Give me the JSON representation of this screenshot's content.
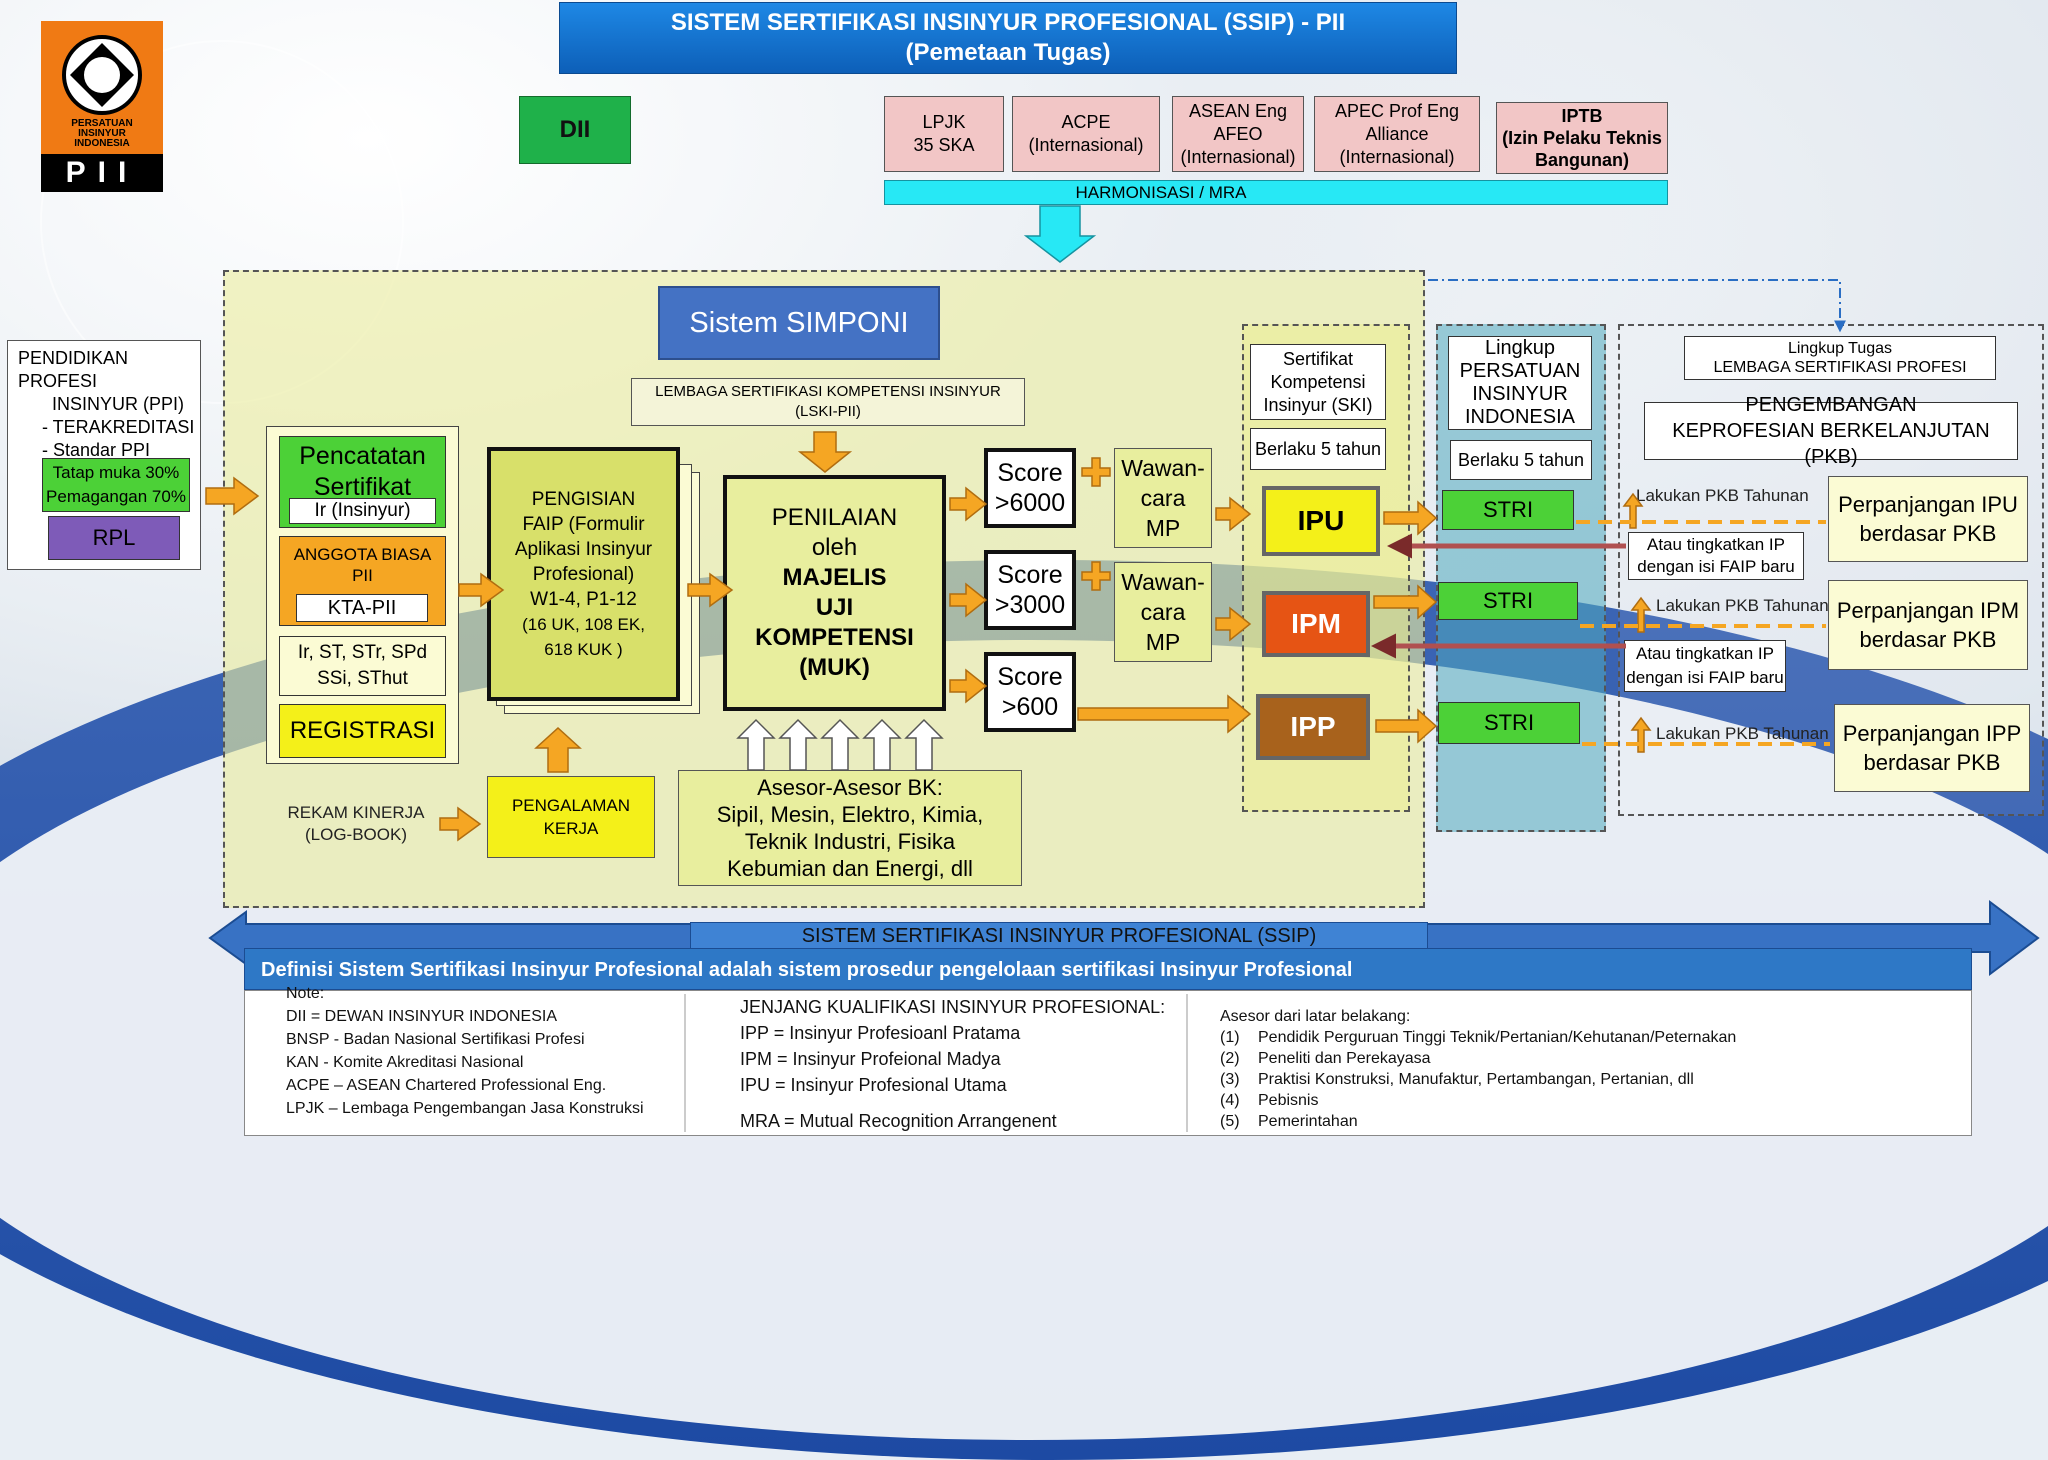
{
  "header": {
    "line1": "SISTEM SERTIFIKASI INSINYUR PROFESIONAL (SSIP) - PII",
    "line2": "(Pemetaan Tugas)"
  },
  "logo": {
    "line1": "PERSATUAN",
    "line2": "INSINYUR",
    "line3": "INDONESIA",
    "mark": "PII"
  },
  "top": {
    "dii": "DII",
    "lpjk": [
      "LPJK",
      "35 SKA"
    ],
    "acpe": [
      "ACPE",
      "(Internasional)"
    ],
    "asean": [
      "ASEAN Eng",
      "AFEO",
      "(Internasional)"
    ],
    "apec": [
      "APEC Prof Eng",
      "Alliance",
      "(Internasional)"
    ],
    "iptb": [
      "IPTB",
      "(Izin Pelaku Teknis",
      "Bangunan)"
    ],
    "harmonisasi": "HARMONISASI / MRA"
  },
  "left_panel": {
    "l1": "PENDIDIKAN PROFESI",
    "l2": "INSINYUR (PPI)",
    "l3": "- TERAKREDITASI",
    "l4": "- Standar PPI",
    "tatap": [
      "Tatap muka 30%",
      "Pemagangan 70%"
    ],
    "rpl": "RPL"
  },
  "simponi": "Sistem SIMPONI",
  "lski": [
    "LEMBAGA SERTIFIKASI KOMPETENSI INSINYUR",
    "(LSKI-PII)"
  ],
  "reg_column": {
    "pencatatan": [
      "Pencatatan",
      "Sertifikat"
    ],
    "ir": "Ir (Insinyur)",
    "anggota": [
      "ANGGOTA BIASA",
      "PII"
    ],
    "kta": "KTA-PII",
    "gelar": [
      "Ir, ST, STr, SPd",
      "SSi, SThut"
    ],
    "registrasi": "REGISTRASI"
  },
  "faip": [
    "PENGISIAN",
    "FAIP (Formulir",
    "Aplikasi Insinyur",
    "Profesional)",
    "W1-4, P1-12",
    "(16 UK, 108 EK,",
    "618 KUK )"
  ],
  "muk": [
    "PENILAIAN",
    "oleh",
    "MAJELIS",
    "UJI",
    "KOMPETENSI",
    "(MUK)"
  ],
  "rekam": [
    "REKAM KINERJA",
    "(LOG-BOOK)"
  ],
  "pengalaman": [
    "PENGALAMAN",
    "KERJA"
  ],
  "asesor_bk": [
    "Asesor-Asesor BK:",
    "Sipil, Mesin, Elektro, Kimia,",
    "Teknik Industri, Fisika",
    "Kebumian dan Energi, dll"
  ],
  "scores": [
    [
      "Score",
      ">6000"
    ],
    [
      "Score",
      ">3000"
    ],
    [
      "Score",
      ">600"
    ]
  ],
  "wawancara": [
    [
      "Wawan-",
      "cara",
      "MP"
    ],
    [
      "Wawan-",
      "cara",
      "MP"
    ]
  ],
  "ski": {
    "title": [
      "Sertifikat",
      "Kompetensi",
      "Insinyur (SKI)"
    ],
    "berlaku": "Berlaku 5 tahun"
  },
  "levels": {
    "ipu": "IPU",
    "ipm": "IPM",
    "ipp": "IPP"
  },
  "lingkup_pii": {
    "title": [
      "Lingkup",
      "PERSATUAN",
      "INSINYUR",
      "INDONESIA"
    ],
    "berlaku": "Berlaku 5 tahun",
    "stri": "STRI"
  },
  "lsp": {
    "title": [
      "Lingkup Tugas",
      "LEMBAGA SERTIFIKASI PROFESI"
    ],
    "pkb": [
      "PENGEMBANGAN",
      "KEPROFESIAN BERKELANJUTAN (PKB)"
    ]
  },
  "pkb_rows": {
    "lakukan": "Lakukan PKB Tahunan",
    "atau": [
      "Atau tingkatkan IP",
      "dengan isi FAIP baru"
    ],
    "atau2": [
      "Atau tingkatkan IP",
      "dengan isi FAIP baru"
    ],
    "perp_ipu": [
      "Perpanjangan IPU",
      "berdasar PKB"
    ],
    "perp_ipm": [
      "Perpanjangan IPM",
      "berdasar PKB"
    ],
    "perp_ipp": [
      "Perpanjangan IPP",
      "berdasar PKB"
    ]
  },
  "ssip_bar": "SISTEM SERTIFIKASI INSINYUR PROFESIONAL (SSIP)",
  "definition": "Definisi Sistem Sertifikasi Insinyur Profesional adalah sistem prosedur pengelolaan sertifikasi Insinyur Profesional",
  "notes": [
    "Note:",
    "DII = DEWAN INSINYUR INDONESIA",
    "BNSP - Badan Nasional Sertifikasi Profesi",
    "KAN -   Komite Akreditasi Nasional",
    "ACPE – ASEAN Chartered Professional Eng.",
    "LPJK – Lembaga Pengembangan Jasa Konstruksi"
  ],
  "jenjang": [
    "JENJANG KUALIFIKASI INSINYUR PROFESIONAL:",
    "IPP  =  Insinyur Profesioanl Pratama",
    "IPM =  Insinyur Profeional Madya",
    "IPU =  Insinyur Profesional Utama",
    "MRA = Mutual Recognition Arrangenent"
  ],
  "asesor_latar": {
    "title": "Asesor dari latar belakang:",
    "items": [
      [
        "(1)",
        "Pendidik Perguruan Tinggi Teknik/Pertanian/Kehutanan/Peternakan"
      ],
      [
        "(2)",
        "Peneliti dan Perekayasa"
      ],
      [
        "(3)",
        "Praktisi Konstruksi, Manufaktur, Pertambangan, Pertanian, dll"
      ],
      [
        "(4)",
        "Pebisnis"
      ],
      [
        "(5)",
        "Pemerintahan"
      ]
    ]
  },
  "colors": {
    "orange": "#f5a623",
    "header_blue": "#1565c0",
    "lime": "#e9f0a0",
    "green": "#4cd137",
    "ipu": "#f4f019",
    "ipm": "#e65414",
    "ipp": "#a8621c"
  }
}
